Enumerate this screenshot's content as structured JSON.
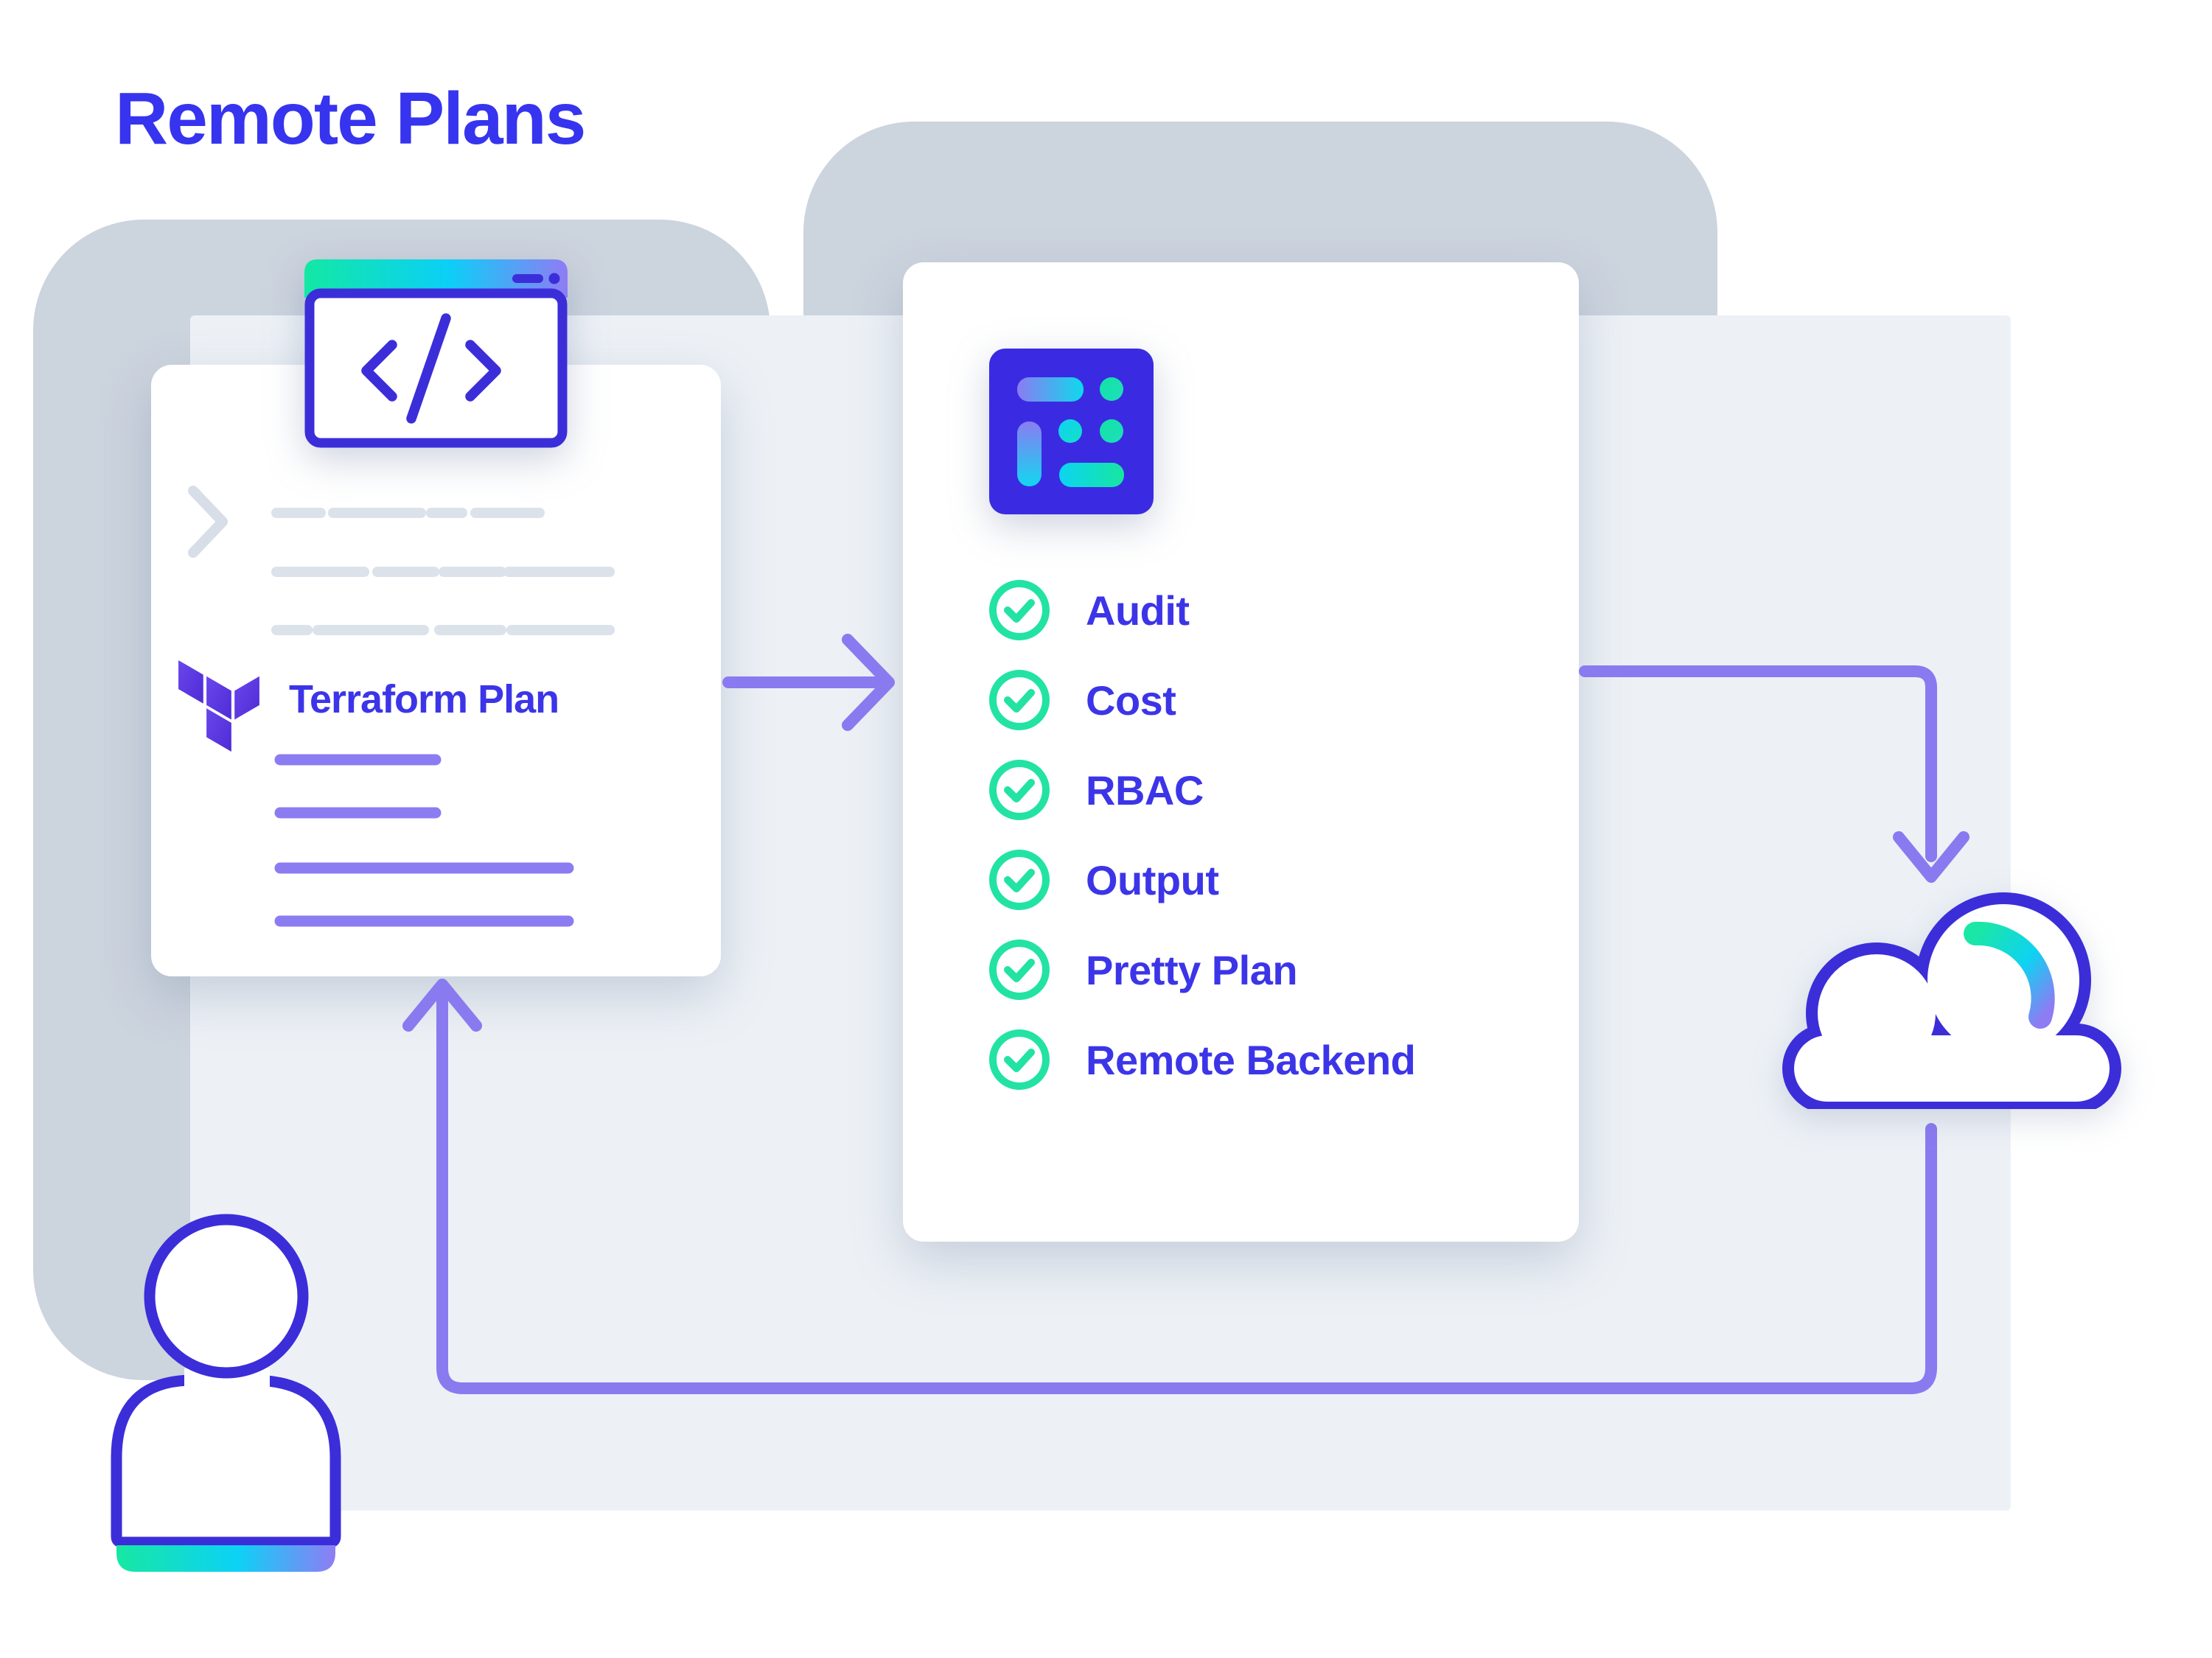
{
  "title": "Remote Plans",
  "terraform_card": {
    "label": "Terraform Plan"
  },
  "features_card": {
    "checklist": [
      "Audit",
      "Cost",
      "RBAC",
      "Output",
      "Pretty Plan",
      "Remote Backend"
    ]
  },
  "icons": {
    "code_window": "code-window-icon",
    "terminal_prompt": "terminal-chevron-icon",
    "terraform_logo": "terraform-logo-icon",
    "plan_summary": "plan-summary-icon",
    "check": "check-circle-icon",
    "cloud": "cloud-icon",
    "user": "user-icon",
    "arrow_right": "arrow-right-icon",
    "arrow_down": "arrow-down-icon",
    "arrow_up": "arrow-up-icon"
  },
  "colors": {
    "title_indigo": "#3634ee",
    "label_indigo": "#3c35e8",
    "outline_indigo": "#3b2ed9",
    "icon_indigo": "#3a2be2",
    "teal": "#22e3a3",
    "cyan": "#0cd2f5",
    "violet_arrow": "#8a7af0",
    "violet_line": "#8b7cf2",
    "blob_gray": "#ccd4de",
    "panel_blue": "#edf1f6",
    "dash_gray": "#dbe2ea"
  }
}
